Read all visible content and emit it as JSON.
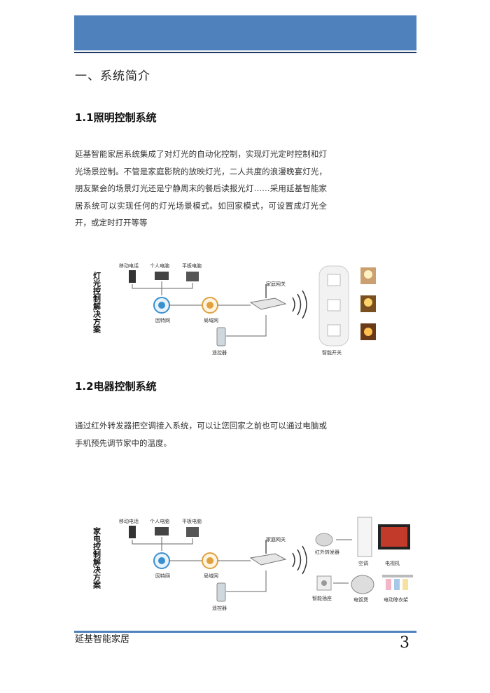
{
  "header": {
    "band_color": "#4f81bd"
  },
  "section_title": "一、系统简介",
  "lighting": {
    "title": "1.1照明控制系统",
    "paragraph": "延基智能家居系统集成了对灯光的自动化控制，实现灯光定时控制和灯光场景控制。不管是家庭影院的放映灯光，二人共度的浪漫晚宴灯光，朋友聚会的场景灯光还是宁静周末的餐后读报光灯……采用延基智能家居系统可以实现任何的灯光场景模式。如回家模式，可设置成灯光全开，或定时打开等等",
    "diagram": {
      "side_title": "灯光控制解决方案",
      "devices": [
        "移动电话",
        "个人电脑",
        "平板电脑"
      ],
      "internet": "因特网",
      "lan": "局域网",
      "remote": "遥控器",
      "gateway": "家庭网关",
      "switch": "智能开关"
    }
  },
  "appliance": {
    "title": "1.2电器控制系统",
    "paragraph": "通过红外转发器把空调接入系统，可以让您回家之前也可以通过电脑或手机预先调节家中的温度。",
    "diagram": {
      "side_title": "家电控制解决方案",
      "devices": [
        "移动电话",
        "个人电脑",
        "平板电脑"
      ],
      "internet": "因特网",
      "lan": "局域网",
      "remote": "遥控器",
      "gateway": "家庭网关",
      "ir": "红外转发器",
      "ac": "空调",
      "tv": "电视机",
      "socket": "智能插座",
      "cooker": "电饭煲",
      "rack": "电动晾衣架"
    }
  },
  "footer": {
    "company": "延基智能家居",
    "page_number": "3"
  }
}
